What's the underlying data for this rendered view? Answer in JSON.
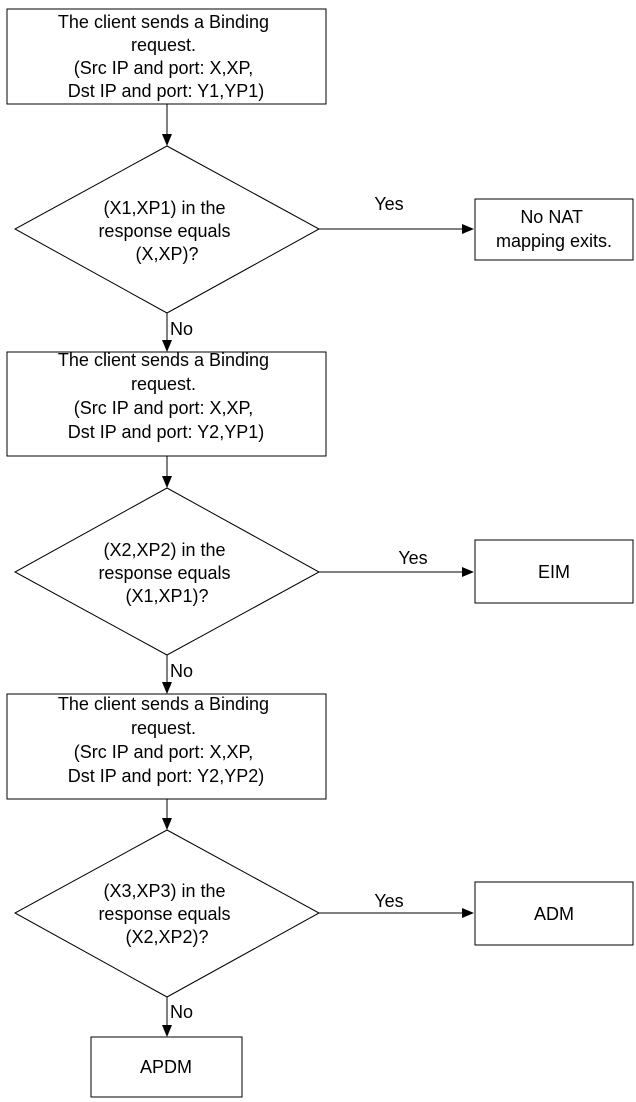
{
  "nodes": {
    "request1": [
      "The client sends a Binding",
      "request.",
      "(Src IP and port: X,XP,",
      "Dst IP and port: Y1,YP1)"
    ],
    "decision1": [
      "(X1,XP1) in the",
      "response equals",
      "(X,XP)?"
    ],
    "result_no_nat": [
      "No NAT",
      "mapping exits."
    ],
    "request2": [
      "The client sends a Binding",
      "request.",
      "(Src IP and port: X,XP,",
      "Dst IP and port: Y2,YP1)"
    ],
    "decision2": [
      "(X2,XP2) in the",
      "response equals",
      "(X1,XP1)?"
    ],
    "result_eim": [
      "EIM"
    ],
    "request3": [
      "The client sends a Binding",
      "request.",
      "(Src IP and port: X,XP,",
      "Dst IP and port: Y2,YP2)"
    ],
    "decision3": [
      "(X3,XP3) in the",
      "response equals",
      "(X2,XP2)?"
    ],
    "result_adm": [
      "ADM"
    ],
    "result_apdm": [
      "APDM"
    ]
  },
  "edge_labels": {
    "yes1": "Yes",
    "no1": "No",
    "yes2": "Yes",
    "no2": "No",
    "yes3": "Yes",
    "no3": "No"
  },
  "colors": {
    "stroke": "#000000",
    "fill": "#ffffff",
    "text": "#000000"
  }
}
